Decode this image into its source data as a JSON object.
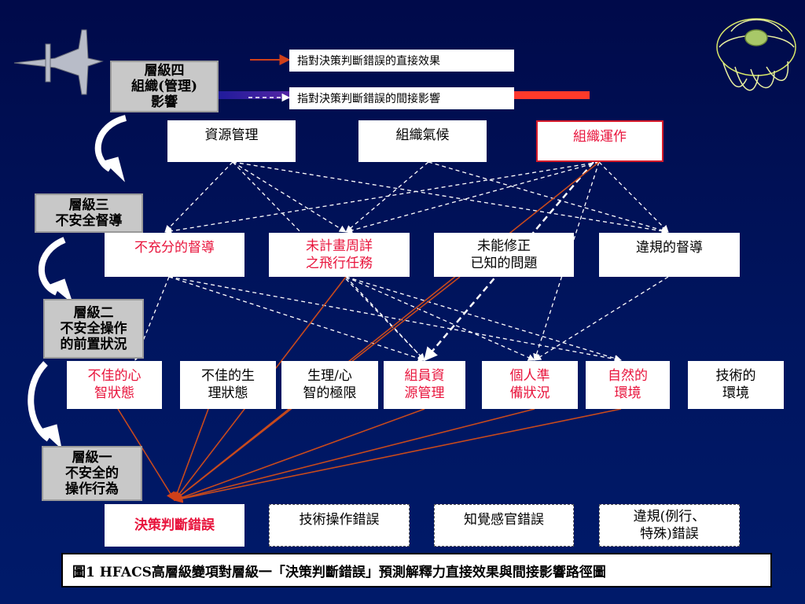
{
  "legend": {
    "direct": "指對決策判斷錯誤的直接效果",
    "indirect": "指對決策判斷錯誤的間接影響"
  },
  "levels": {
    "l4": "層級四\n組織(管理)\n影響",
    "l3": "層級三\n不安全督導",
    "l2": "層級二\n不安全操作\n的前置狀況",
    "l1": "層級一\n不安全的\n操作行為"
  },
  "org": {
    "resource": "資源管理",
    "climate": "組織氣候",
    "process": "組織運作"
  },
  "supervision": {
    "inadequate": "不充分的督導",
    "planned": "未計畫周詳\n之飛行任務",
    "failed_correct": "未能修正\n已知的問題",
    "violation": "違規的督導"
  },
  "preconditions": {
    "mental": "不佳的心\n智狀態",
    "physio": "不佳的生\n理狀態",
    "limits": "生理/心\n智的極限",
    "crm": "組員資\n源管理",
    "readiness": "個人準\n備狀況",
    "natural": "自然的\n環境",
    "tech_env": "技術的\n環境"
  },
  "acts": {
    "decision": "決策判斷錯誤",
    "skill": "技術操作錯誤",
    "perception": "知覺感官錯誤",
    "violations": "違規(例行、\n特殊)錯誤"
  },
  "caption": "圖1 HFACS高層級變項對層級一「決策判斷錯誤」預測解釋力直接效果與間接影響路徑圖",
  "colors": {
    "background": "#000a4a",
    "highlight": "#e8143c",
    "direct_line": "#c84a1c",
    "indirect_line": "#ffffff"
  }
}
